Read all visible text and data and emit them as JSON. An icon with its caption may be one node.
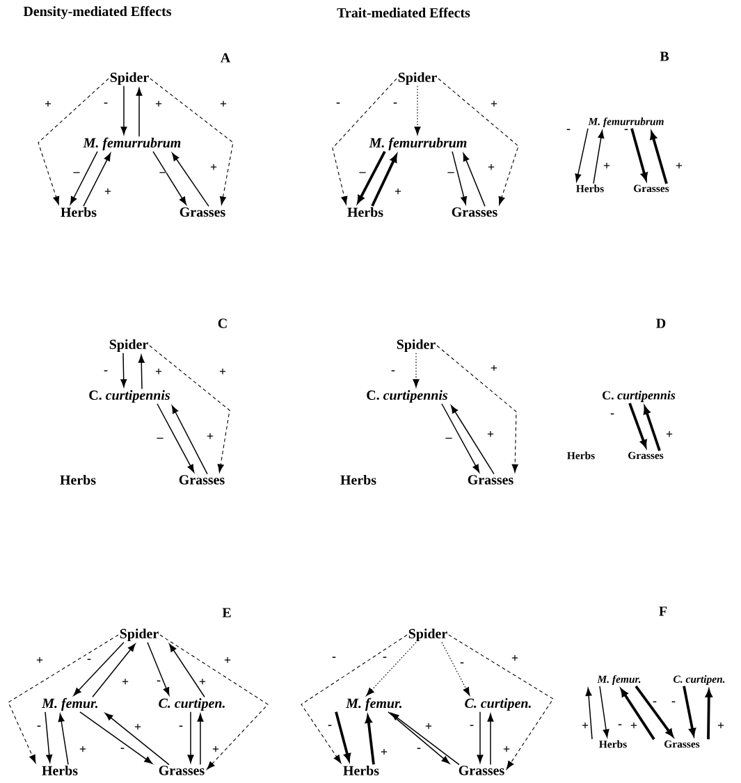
{
  "diagram": {
    "nodes": [
      {
        "text": [
          "Spider"
        ]
      },
      {
        "text": [
          "M. femurrubrum"
        ]
      },
      {
        "text": [
          "Herbs"
        ]
      },
      {
        "text": [
          "Grasses"
        ]
      },
      {
        "text": [
          "Spider"
        ]
      },
      {
        "text": [
          "M. femurrubrum"
        ]
      },
      {
        "text": [
          "Herbs"
        ]
      },
      {
        "text": [
          "Grasses"
        ]
      },
      {
        "text": [
          "M. femurrubrum"
        ]
      },
      {
        "text": [
          "Herbs"
        ]
      },
      {
        "text": [
          "Grasses"
        ]
      },
      {
        "text": [
          "Spider"
        ]
      },
      {
        "text": [
          "C. *curtipennis*"
        ]
      },
      {
        "text": [
          "Herbs"
        ]
      },
      {
        "text": [
          "Grasses"
        ]
      },
      {
        "text": [
          "Spider"
        ]
      },
      {
        "text": [
          "C. *curtipennis*"
        ]
      },
      {
        "text": [
          "Herbs"
        ]
      },
      {
        "text": [
          "Grasses"
        ]
      },
      {
        "text": [
          "C. *curtipennis*"
        ]
      },
      {
        "text": [
          "Herbs"
        ]
      },
      {
        "text": [
          "Grasses"
        ]
      },
      {
        "text": [
          "Spider"
        ]
      },
      {
        "text": [
          "M. femur."
        ]
      },
      {
        "text": [
          "C. curtipen."
        ]
      },
      {
        "text": [
          "Herbs"
        ]
      },
      {
        "text": [
          "Grasses"
        ]
      },
      {
        "text": [
          "Spider"
        ]
      },
      {
        "text": [
          "M. femur."
        ]
      },
      {
        "text": [
          "C. curtipen."
        ]
      },
      {
        "text": [
          "Herbs"
        ]
      },
      {
        "text": [
          "Grasses"
        ]
      },
      {
        "text": [
          "M. femur."
        ]
      },
      {
        "text": [
          "C. curtipen."
        ]
      },
      {
        "text": [
          "Herbs"
        ]
      },
      {
        "text": [
          "Grasses"
        ]
      }
    ],
    "edges": [
      {
        "from": 0,
        "to": 1,
        "arrow": "to",
        "label": "-"
      },
      {
        "from": 1,
        "to": 0,
        "arrow": "to",
        "label": "+"
      },
      {
        "from": 1,
        "to": 2,
        "arrow": "to",
        "label": "–"
      },
      {
        "from": 2,
        "to": 1,
        "arrow": "to",
        "label": "+"
      },
      {
        "from": 1,
        "to": 3,
        "arrow": "to",
        "label": "–"
      },
      {
        "from": 3,
        "to": 1,
        "arrow": "to",
        "label": "+"
      },
      {
        "from": 0,
        "to": 2,
        "arrow": "to",
        "label": "+",
        "style": "dashed"
      },
      {
        "from": 0,
        "to": 3,
        "arrow": "to",
        "label": "+",
        "style": "dashed"
      },
      {
        "from": 4,
        "to": 5,
        "arrow": "to",
        "label": "-",
        "style": "dashed"
      },
      {
        "from": 5,
        "to": 6,
        "arrow": "to",
        "label": "–",
        "style": "thick"
      },
      {
        "from": 6,
        "to": 5,
        "arrow": "to",
        "label": "+",
        "style": "thick"
      },
      {
        "from": 5,
        "to": 7,
        "arrow": "to",
        "label": "–"
      },
      {
        "from": 7,
        "to": 5,
        "arrow": "to",
        "label": "+"
      },
      {
        "from": 4,
        "to": 6,
        "arrow": "to",
        "label": "-",
        "style": "dashed"
      },
      {
        "from": 4,
        "to": 7,
        "arrow": "to",
        "label": "+",
        "style": "dashed"
      },
      {
        "from": 8,
        "to": 9,
        "arrow": "to",
        "label": "-"
      },
      {
        "from": 9,
        "to": 8,
        "arrow": "to",
        "label": "+"
      },
      {
        "from": 8,
        "to": 10,
        "arrow": "to",
        "label": "-",
        "style": "thick"
      },
      {
        "from": 10,
        "to": 8,
        "arrow": "to",
        "label": "+",
        "style": "thick"
      },
      {
        "from": 11,
        "to": 12,
        "arrow": "to",
        "label": "-"
      },
      {
        "from": 12,
        "to": 11,
        "arrow": "to",
        "label": "+"
      },
      {
        "from": 12,
        "to": 14,
        "arrow": "to",
        "label": "–"
      },
      {
        "from": 14,
        "to": 12,
        "arrow": "to",
        "label": "+"
      },
      {
        "from": 11,
        "to": 14,
        "arrow": "to",
        "label": "+",
        "style": "dashed"
      },
      {
        "from": 15,
        "to": 16,
        "arrow": "to",
        "label": "-",
        "style": "dashed"
      },
      {
        "from": 16,
        "to": 18,
        "arrow": "to",
        "label": "–"
      },
      {
        "from": 18,
        "to": 16,
        "arrow": "to",
        "label": "+"
      },
      {
        "from": 15,
        "to": 18,
        "arrow": "to",
        "label": "+",
        "style": "dashed"
      },
      {
        "from": 19,
        "to": 21,
        "arrow": "to",
        "label": "-",
        "style": "thick"
      },
      {
        "from": 21,
        "to": 19,
        "arrow": "to",
        "label": "+",
        "style": "thick"
      },
      {
        "from": 22,
        "to": 23,
        "arrow": "to",
        "label": "-"
      },
      {
        "from": 23,
        "to": 22,
        "arrow": "to",
        "label": "+"
      },
      {
        "from": 22,
        "to": 24,
        "arrow": "to",
        "label": "-"
      },
      {
        "from": 24,
        "to": 22,
        "arrow": "to",
        "label": "+"
      },
      {
        "from": 23,
        "to": 25,
        "arrow": "to",
        "label": "-"
      },
      {
        "from": 25,
        "to": 23,
        "arrow": "to",
        "label": "+"
      },
      {
        "from": 23,
        "to": 26,
        "arrow": "to",
        "label": "-"
      },
      {
        "from": 26,
        "to": 23,
        "arrow": "to",
        "label": "+"
      },
      {
        "from": 24,
        "to": 26,
        "arrow": "to",
        "label": "-"
      },
      {
        "from": 26,
        "to": 24,
        "arrow": "to",
        "label": "+"
      },
      {
        "from": 22,
        "to": 25,
        "arrow": "to",
        "label": "+",
        "style": "dashed"
      },
      {
        "from": 22,
        "to": 26,
        "arrow": "to",
        "label": "+",
        "style": "dashed"
      },
      {
        "from": 27,
        "to": 28,
        "arrow": "to",
        "label": "-",
        "style": "dashed"
      },
      {
        "from": 27,
        "to": 29,
        "arrow": "to",
        "label": "-",
        "style": "dashed"
      },
      {
        "from": 28,
        "to": 30,
        "arrow": "to",
        "label": "-",
        "style": "thick"
      },
      {
        "from": 30,
        "to": 28,
        "arrow": "to",
        "label": "+",
        "style": "thick"
      },
      {
        "from": 28,
        "to": 31,
        "arrow": "to",
        "label": "-"
      },
      {
        "from": 31,
        "to": 28,
        "arrow": "to",
        "label": "+"
      },
      {
        "from": 29,
        "to": 31,
        "arrow": "to",
        "label": "-"
      },
      {
        "from": 31,
        "to": 29,
        "arrow": "to",
        "label": "+"
      },
      {
        "from": 27,
        "to": 30,
        "arrow": "to",
        "label": "-",
        "style": "dashed"
      },
      {
        "from": 27,
        "to": 31,
        "arrow": "to",
        "label": "+",
        "style": "dashed"
      },
      {
        "from": 34,
        "to": 32,
        "arrow": "to",
        "label": "+"
      },
      {
        "from": 32,
        "to": 34,
        "arrow": "to",
        "label": "-"
      },
      {
        "from": 35,
        "to": 32,
        "arrow": "to",
        "label": "+",
        "style": "thick"
      },
      {
        "from": 32,
        "to": 35,
        "arrow": "to",
        "label": "-",
        "style": "thick"
      },
      {
        "from": 33,
        "to": 35,
        "arrow": "to",
        "label": "-",
        "style": "thick"
      },
      {
        "from": 35,
        "to": 33,
        "arrow": "to",
        "label": "+",
        "style": "thick"
      }
    ],
    "labels": [
      "Density-mediated Effects",
      "Trait-mediated Effects",
      "A",
      "B",
      "C",
      "D",
      "E",
      "F"
    ]
  }
}
